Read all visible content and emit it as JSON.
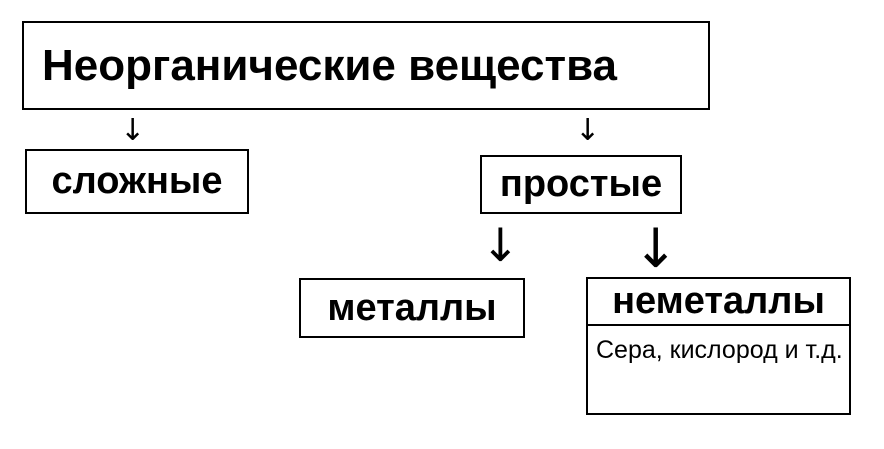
{
  "diagram": {
    "root": {
      "label": "Неорганические вещества"
    },
    "branches": {
      "complex": {
        "label": "сложные"
      },
      "simple": {
        "label": "простые",
        "children": {
          "metals": {
            "label": "металлы"
          },
          "nonmetals": {
            "label": "неметаллы",
            "examples": "Сера, кислород и т.д."
          }
        }
      }
    },
    "arrow_glyph": "↓"
  }
}
